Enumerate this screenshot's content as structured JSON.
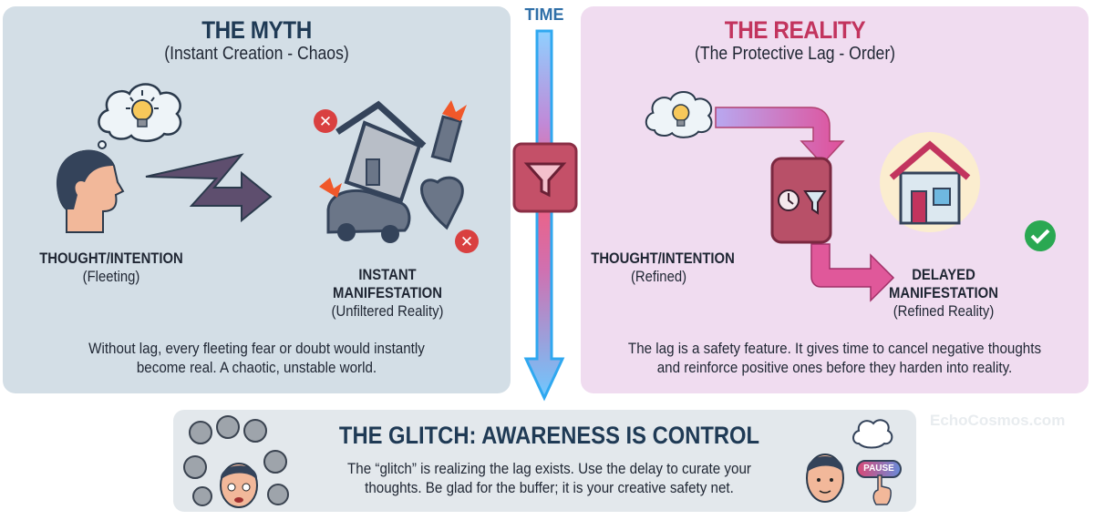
{
  "myth": {
    "title": "THE MYTH",
    "subtitle": "(Instant Creation - Chaos)",
    "thought_label": "THOUGHT/INTENTION",
    "thought_sub": "(Fleeting)",
    "result_label_1": "INSTANT",
    "result_label_2": "MANIFESTATION",
    "result_sub": "(Unfiltered Reality)",
    "desc_1": "Without lag, every fleeting fear or doubt would instantly",
    "desc_2": "become real. A chaotic, unstable world.",
    "color": "#1f3a55"
  },
  "time": {
    "label": "TIME",
    "color": "#2f9fe0",
    "filter_color": "#b0455e"
  },
  "reality": {
    "title": "THE REALITY",
    "subtitle": "(The Protective Lag - Order)",
    "thought_label": "THOUGHT/INTENTION",
    "thought_sub": "(Refined)",
    "result_label_1": "DELAYED",
    "result_label_2": "MANIFESTATION",
    "result_sub": "(Refined Reality)",
    "desc_1": "The lag is a safety feature. It gives time to cancel negative thoughts",
    "desc_2": "and reinforce positive ones before they harden into reality.",
    "color": "#c2345e"
  },
  "glitch": {
    "title": "THE GLITCH: AWARENESS IS CONTROL",
    "desc_1": "The “glitch” is realizing the lag exists. Use the delay to curate your",
    "desc_2": "thoughts. Be glad for the buffer; it is your creative safety net.",
    "pause_label": "PAUSE"
  },
  "watermark": "EchoCosmos.com"
}
